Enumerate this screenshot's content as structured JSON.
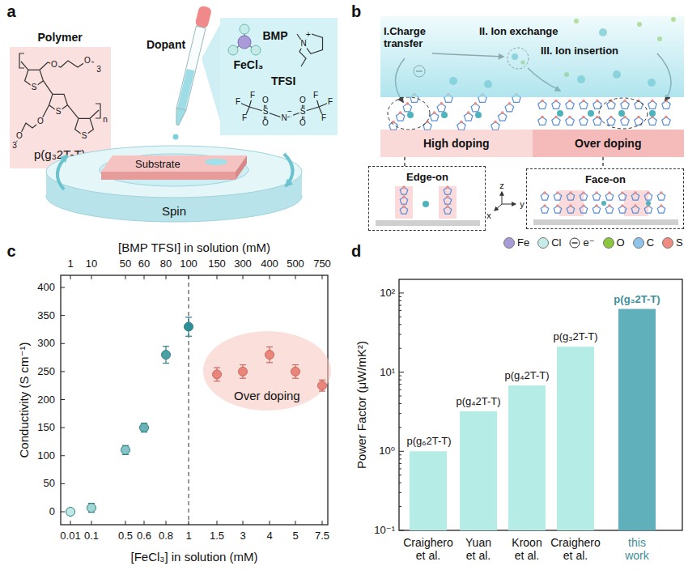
{
  "diagram": {
    "nodes": [
      {
        "text": [
          "Polymer",
          "p(g₃2T-T)"
        ]
      },
      {
        "text": [
          "FeCl₃",
          "BMP",
          "TFSI"
        ]
      },
      {
        "text": [
          "Spin"
        ]
      },
      {
        "text": [
          "Substrate"
        ],
        "in": 2
      },
      {
        "text": [
          "I.Charge transfer",
          "II. Ion exchange",
          "III. Ion insertion"
        ]
      },
      {
        "text": [
          "High doping"
        ]
      },
      {
        "text": [
          "Over doping"
        ]
      },
      {
        "text": [
          "Edge-on"
        ]
      },
      {
        "text": [
          "Face-on"
        ]
      },
      {
        "text": [
          "Over doping"
        ]
      }
    ],
    "edges": [
      {
        "from": 5,
        "to": 7,
        "arrow": "none"
      },
      {
        "from": 6,
        "to": 8,
        "arrow": "none"
      }
    ],
    "labels": [
      "a",
      "S",
      "S",
      "S",
      "O",
      "O",
      "3",
      "O",
      "O",
      "3",
      "n",
      "Dopant",
      "N",
      "+",
      "O",
      "S",
      "O",
      "F",
      "F",
      "F",
      "N",
      "−",
      "S",
      "O",
      "O",
      "F",
      "F",
      "F",
      "b",
      "z",
      "x",
      "y",
      "c",
      "[BMP TFSI] in solution (mM)",
      "1",
      "10",
      "50",
      "60",
      "80",
      "100",
      "150",
      "300",
      "400",
      "500",
      "750",
      "0",
      "50",
      "100",
      "150",
      "200",
      "250",
      "300",
      "350",
      "400",
      "Conductivity (S cm⁻¹)",
      "0.01",
      "0.1",
      "0.5",
      "0.6",
      "0.8",
      "1",
      "1.5",
      "3",
      "4",
      "5",
      "7.5",
      "[FeCl₃] in solution (mM)",
      "d",
      "10⁻¹",
      "10⁰",
      "10¹",
      "10²",
      "Power Factor (μW/mK²)",
      "p(g₆2T-T)",
      "p(g₄2T-T)",
      "p(g₄2T-T)",
      "p(g₃2T-T)",
      "p(g₃2T-T)",
      "Craighero et al.",
      "Yuan et al.",
      "Kroon et al.",
      "Craighero et al.",
      "this work"
    ],
    "legend": [
      {
        "text": "Fe",
        "color": "#a99bd8"
      },
      {
        "text": "Cl",
        "color": "#c4ebe8"
      },
      {
        "text": "e⁻"
      },
      {
        "text": "O",
        "color": "#8cc63f"
      },
      {
        "text": "C",
        "color": "#8fc3ea"
      },
      {
        "text": "S",
        "color": "#ef8c82"
      }
    ]
  }
}
